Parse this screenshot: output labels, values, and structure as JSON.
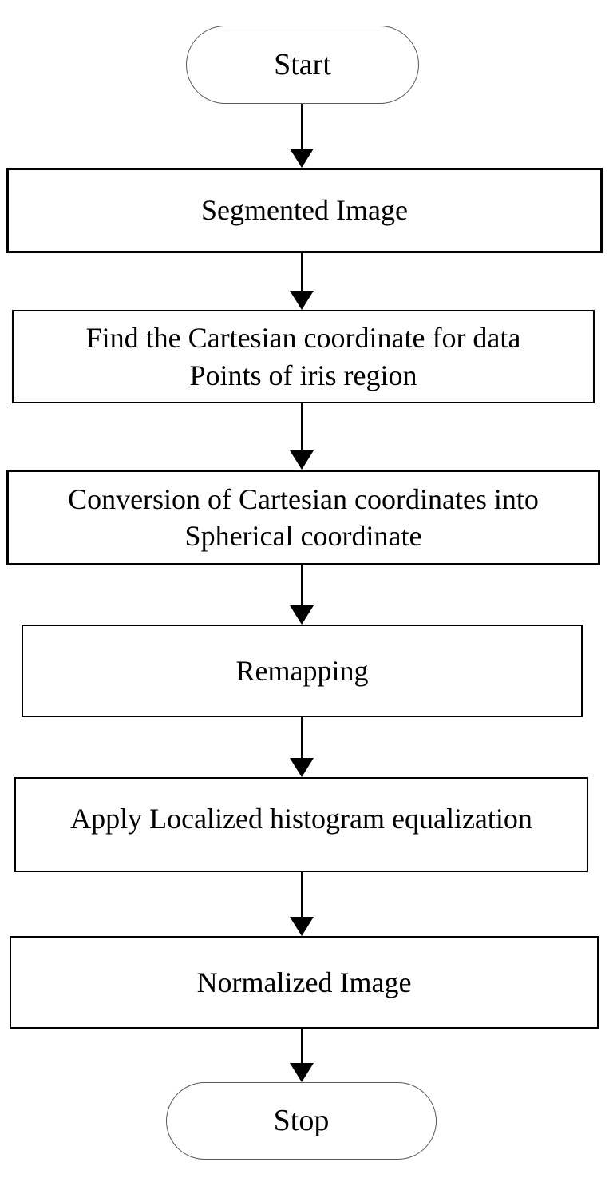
{
  "diagram": {
    "type": "flowchart",
    "direction": "top-down",
    "colors": {
      "background": "#ffffff",
      "rect_border": "#000000",
      "stadium_border": "#595959",
      "text": "#000000",
      "arrow": "#000000"
    },
    "nodes": [
      {
        "id": "start",
        "shape": "stadium",
        "label": "Start",
        "lines": [
          "Start"
        ]
      },
      {
        "id": "segmented",
        "shape": "rect",
        "label": "Segmented Image",
        "lines": [
          "Segmented Image"
        ]
      },
      {
        "id": "find",
        "shape": "rect",
        "label": "Find the Cartesian coordinate for data Points of iris region",
        "lines": [
          "Find the Cartesian coordinate for data",
          "Points of iris region"
        ]
      },
      {
        "id": "conversion",
        "shape": "rect",
        "label": "Conversion of Cartesian coordinates into Spherical coordinate",
        "lines": [
          "Conversion of Cartesian coordinates into",
          "Spherical coordinate"
        ]
      },
      {
        "id": "remapping",
        "shape": "rect",
        "label": "Remapping",
        "lines": [
          "Remapping"
        ]
      },
      {
        "id": "apply",
        "shape": "rect",
        "label": "Apply Localized histogram equalization",
        "lines": [
          "Apply Localized histogram equalization"
        ]
      },
      {
        "id": "normalized",
        "shape": "rect",
        "label": "Normalized Image",
        "lines": [
          "Normalized Image"
        ]
      },
      {
        "id": "stop",
        "shape": "stadium",
        "label": "Stop",
        "lines": [
          "Stop"
        ]
      }
    ],
    "edges": [
      {
        "from": "start",
        "to": "segmented",
        "style": "arrow-down"
      },
      {
        "from": "segmented",
        "to": "find",
        "style": "arrow-down"
      },
      {
        "from": "find",
        "to": "conversion",
        "style": "arrow-down"
      },
      {
        "from": "conversion",
        "to": "remapping",
        "style": "arrow-down"
      },
      {
        "from": "remapping",
        "to": "apply",
        "style": "arrow-down"
      },
      {
        "from": "apply",
        "to": "normalized",
        "style": "arrow-down"
      },
      {
        "from": "normalized",
        "to": "stop",
        "style": "arrow-down"
      }
    ]
  }
}
